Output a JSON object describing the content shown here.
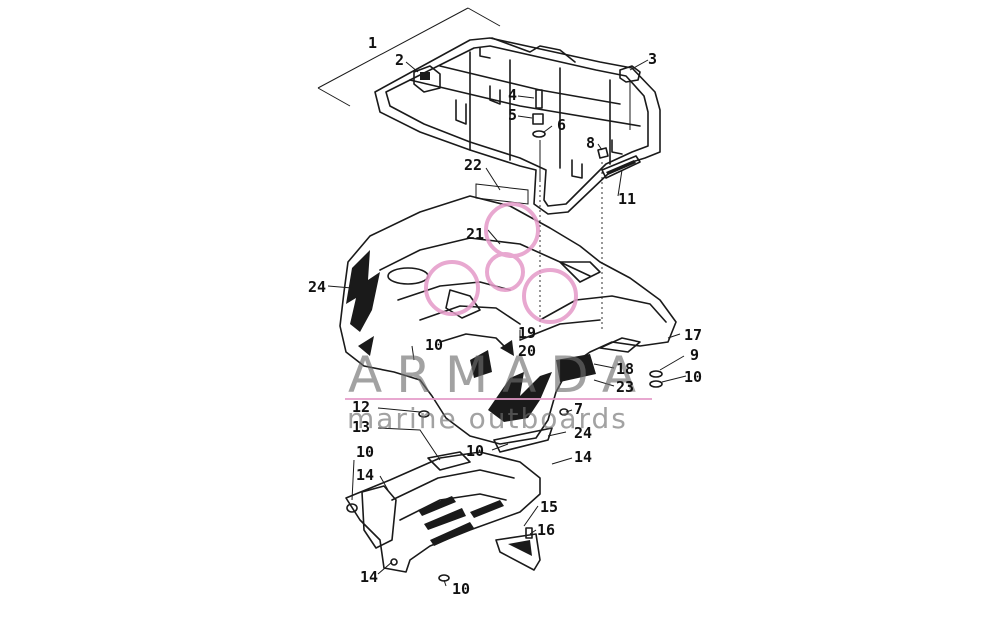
{
  "watermark": {
    "brand": "ARMADA",
    "tagline": "marine outboards",
    "colors": {
      "text": "#6e6e6e",
      "logo": "#e49ac8",
      "rule": "#e49ac8"
    }
  },
  "callouts": [
    {
      "id": "c1",
      "label": "1"
    },
    {
      "id": "c2",
      "label": "2"
    },
    {
      "id": "c3",
      "label": "3"
    },
    {
      "id": "c4",
      "label": "4"
    },
    {
      "id": "c5",
      "label": "5"
    },
    {
      "id": "c6",
      "label": "6"
    },
    {
      "id": "c8",
      "label": "8"
    },
    {
      "id": "c11",
      "label": "11"
    },
    {
      "id": "c22",
      "label": "22"
    },
    {
      "id": "c21",
      "label": "21"
    },
    {
      "id": "c24a",
      "label": "24"
    },
    {
      "id": "c17",
      "label": "17"
    },
    {
      "id": "c19",
      "label": "19"
    },
    {
      "id": "c20",
      "label": "20"
    },
    {
      "id": "c10a",
      "label": "10"
    },
    {
      "id": "c9",
      "label": "9"
    },
    {
      "id": "c10b",
      "label": "10"
    },
    {
      "id": "c18",
      "label": "18"
    },
    {
      "id": "c23",
      "label": "23"
    },
    {
      "id": "c12",
      "label": "12"
    },
    {
      "id": "c7",
      "label": "7"
    },
    {
      "id": "c13",
      "label": "13"
    },
    {
      "id": "c24b",
      "label": "24"
    },
    {
      "id": "c10c",
      "label": "10"
    },
    {
      "id": "c10d",
      "label": "10"
    },
    {
      "id": "c14a",
      "label": "14"
    },
    {
      "id": "c14b",
      "label": "14"
    },
    {
      "id": "c15",
      "label": "15"
    },
    {
      "id": "c16",
      "label": "16"
    },
    {
      "id": "c14c",
      "label": "14"
    },
    {
      "id": "c10e",
      "label": "10"
    }
  ]
}
